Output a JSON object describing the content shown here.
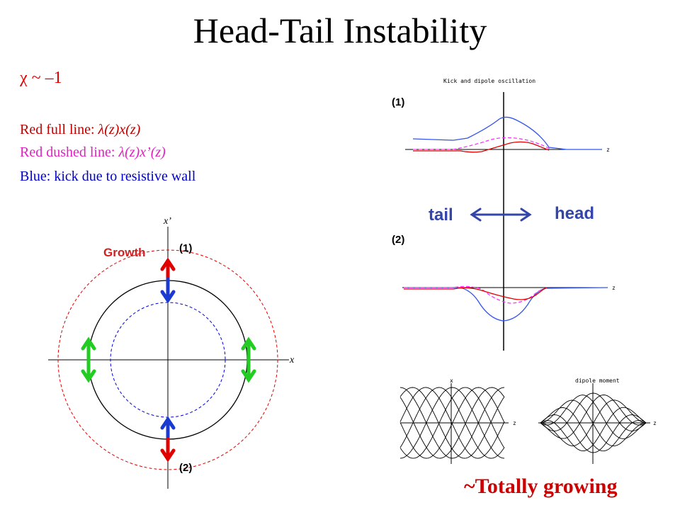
{
  "title": "Head-Tail Instability",
  "chi_label": "χ ~ –1",
  "legend": {
    "red_full": {
      "prefix": "Red full line: ",
      "expr": "λ(z)x(z)"
    },
    "red_dashed": {
      "prefix": "Red dushed line: ",
      "expr": "λ(z)x’(z)"
    },
    "blue": "Blue: kick due to resistive wall"
  },
  "phase_space": {
    "growth_label": "Growth",
    "label_1": "(1)",
    "label_2": "(2)",
    "axis_x": "x",
    "axis_xprime": "x’"
  },
  "right_panel": {
    "plot_title": "Kick and dipole oscillation",
    "label_1": "(1)",
    "label_2": "(2)",
    "tail": "tail",
    "head": "head",
    "z_label": "z",
    "bottom_left_title": "x",
    "bottom_right_title": "dipole moment",
    "conclusion": "~Totally growing"
  },
  "colors": {
    "red": "#e00000",
    "magenta": "#ff33ff",
    "blue": "#3355ee",
    "green": "#22cc22",
    "arrow_blue": "#3344aa"
  }
}
